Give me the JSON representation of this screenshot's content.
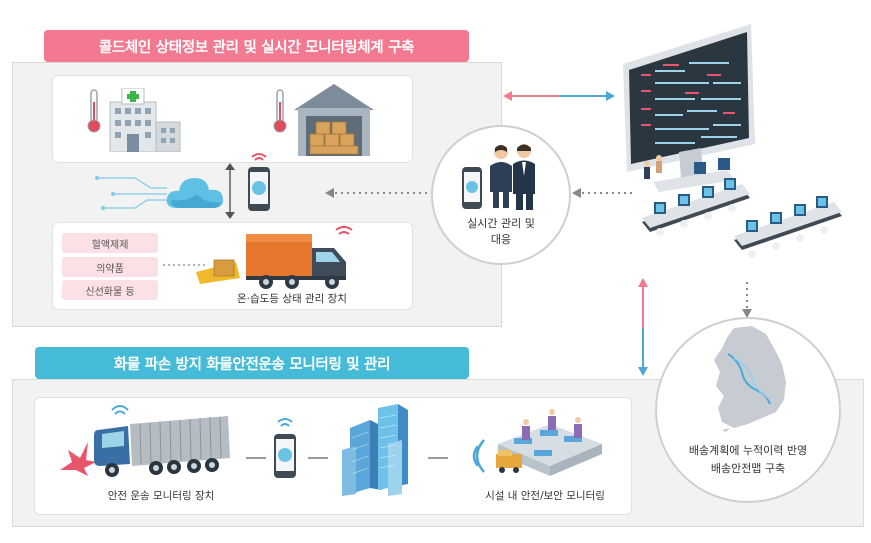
{
  "top_section": {
    "banner": "콜드체인 상태정보 관리 및 실시간 모니터링체계 구축",
    "items": [
      "혈액제제",
      "의약품",
      "신선화물 등"
    ],
    "device_label": "온·습도등 상태 관리 장치"
  },
  "center": {
    "line1": "실시간 관리 및",
    "line2": "대응"
  },
  "bottom_section": {
    "banner": "화물 파손 방지 화물안전운송 모니터링 및 관리",
    "truck_label": "안전 운송 모니터링 장치",
    "facility_label": "시설 내 안전/보안 모니터링"
  },
  "map": {
    "line1": "배송계획에 누적이력 반영",
    "line2": "배송안전맵 구축"
  },
  "colors": {
    "pink": "#f2798f",
    "teal": "#45bbd8",
    "arrow_pink": "#f07a90",
    "arrow_blue": "#4aa9d6"
  },
  "icons": [
    "thermometer-icon",
    "hospital-icon",
    "warehouse-icon",
    "cloud-icon",
    "smartphone-icon",
    "wifi-icon",
    "truck-icon",
    "business-people-icon",
    "monitor-icon",
    "workstation-icon",
    "korea-map-icon",
    "buildings-icon",
    "factory-icon",
    "impact-icon"
  ]
}
